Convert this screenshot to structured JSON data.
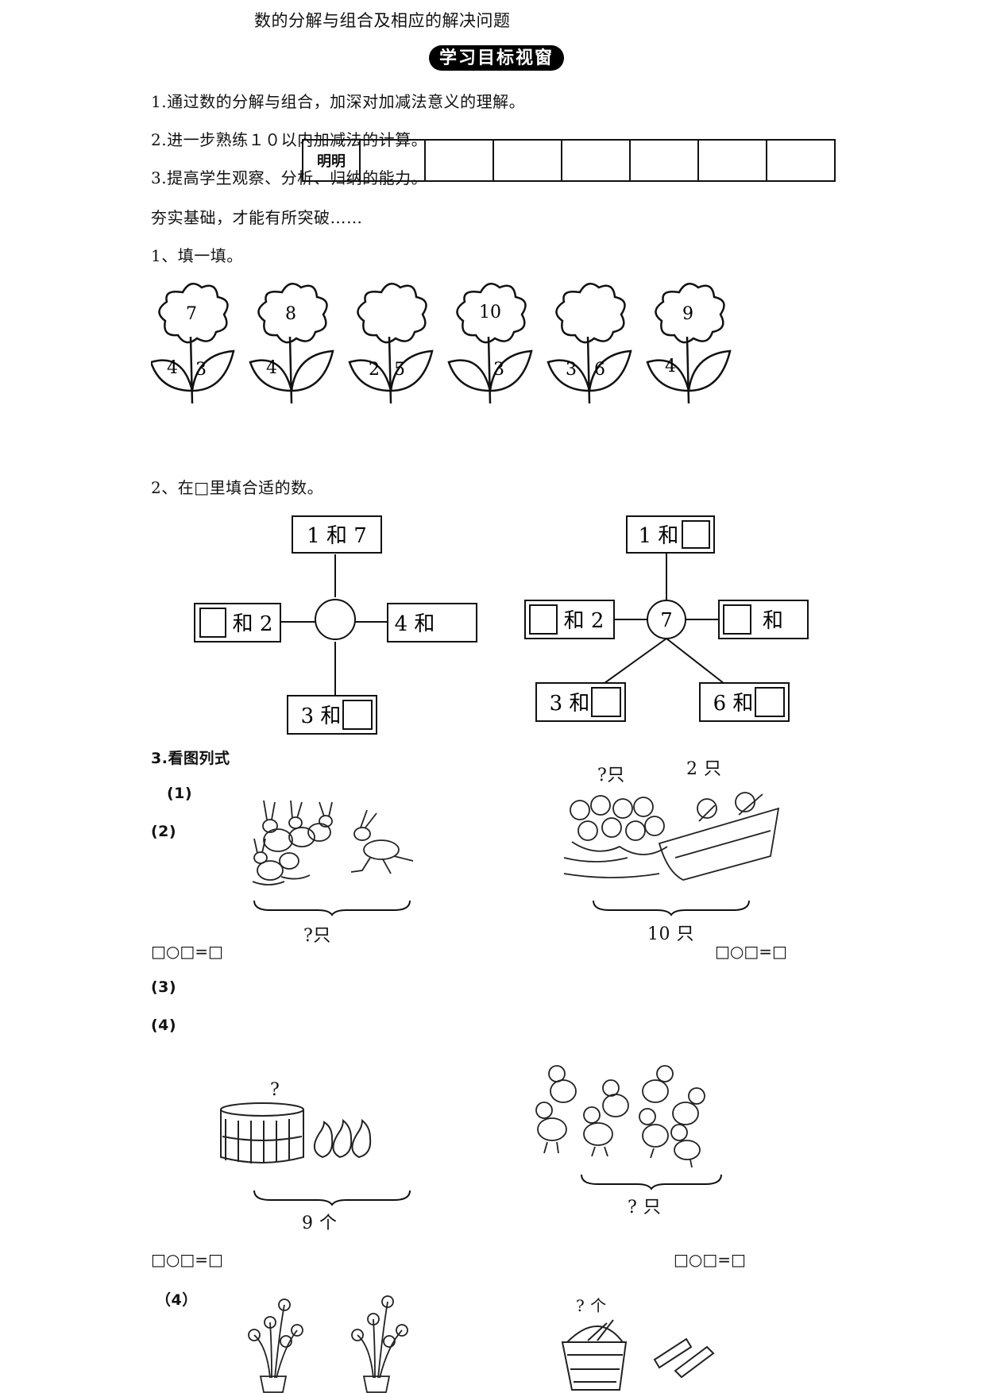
{
  "header": {
    "title": "数的分解与组合及相应的解决问题",
    "badge": "学习目标视窗"
  },
  "goals": [
    "1.通过数的分解与组合，加深对加减法意义的理解。",
    "2.进一步熟练１０以内加减法的计算。",
    "3.提高学生观察、分析、归纳的能力。"
  ],
  "grid": {
    "first_cell": "明明"
  },
  "motto": "夯实基础，才能有所突破……",
  "q1": {
    "label": "1、填一填。",
    "flowers": [
      {
        "top": "7",
        "left": "4",
        "right": "3"
      },
      {
        "top": "8",
        "left": "4",
        "right": ""
      },
      {
        "top": "",
        "left": "2",
        "right": "5"
      },
      {
        "top": "10",
        "left": "",
        "right": "3"
      },
      {
        "top": "",
        "left": "3",
        "right": "6"
      },
      {
        "top": "9",
        "left": "4",
        "right": ""
      }
    ]
  },
  "q2": {
    "label": "2、在□里填合适的数。",
    "left": {
      "top": "1 和 7",
      "left_and": "和 2",
      "right": "4 和",
      "bottom": "3 和",
      "center": ""
    },
    "right": {
      "top": "1 和",
      "left_and": "和 2",
      "right": "和",
      "bottom_left": "3 和",
      "bottom_right": "6 和",
      "center": "7"
    }
  },
  "q3": {
    "label": "3.看图列式",
    "sub1": "(1)",
    "sub2": "(2)",
    "sub3": "(3)",
    "sub4": "(4)",
    "sub4b": "（4）",
    "rabbits_brace": "?只",
    "monkey_q": "?只",
    "monkey_two": "2 只",
    "monkey_total": "10 只",
    "basket_q": "?",
    "pears_total": "9 个",
    "chicks_q": "? 只",
    "veg_q": "? 个",
    "equation": "□○□=□"
  }
}
